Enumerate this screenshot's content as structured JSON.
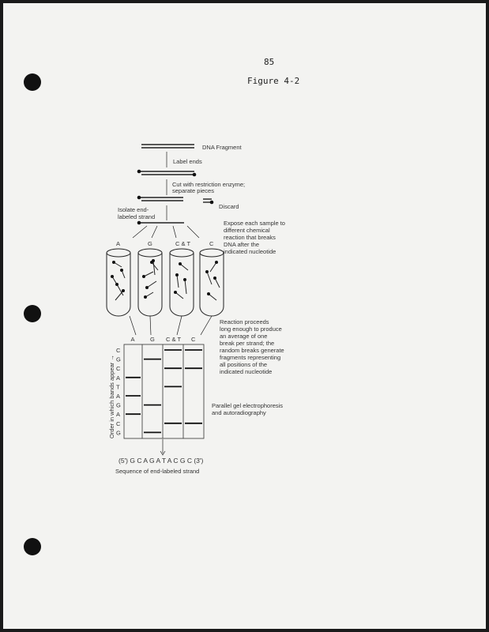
{
  "page_number": "85",
  "figure_title": "Figure 4-2",
  "labels": {
    "dna_fragment": "DNA Fragment",
    "label_ends": "Label ends",
    "cut_1": "Cut with restriction enzyme;",
    "cut_2": "separate pieces",
    "discard": "Discard",
    "isolate_1": "Isolate end-",
    "isolate_2": "labeled strand",
    "expose": [
      "Expose each sample to",
      "different chemical",
      "reaction that breaks",
      "DNA after the",
      "indicated nucleotide"
    ],
    "reaction": [
      "Reaction proceeds",
      "long enough to produce",
      "an average of one",
      "break per strand; the",
      "random breaks generate",
      "fragments representing",
      "all positions of the",
      "indicated nucleotide"
    ],
    "gel": [
      "Parallel gel electrophoresis",
      "and autoradiography"
    ],
    "y_axis": "Order in which bands appear →",
    "sequence": "(5') G C A G A T A C G C (3')",
    "sequence_caption": "Sequence of end-labeled strand"
  },
  "lanes": [
    "A",
    "G",
    "C & T",
    "C"
  ],
  "row_letters": [
    "C",
    "G",
    "C",
    "A",
    "T",
    "A",
    "G",
    "A",
    "C",
    "G"
  ],
  "bands": {
    "A": [
      3,
      5,
      7
    ],
    "G": [
      1,
      6,
      9
    ],
    "C & T": [
      0,
      2,
      4,
      8
    ],
    "C": [
      0,
      2,
      8
    ]
  }
}
